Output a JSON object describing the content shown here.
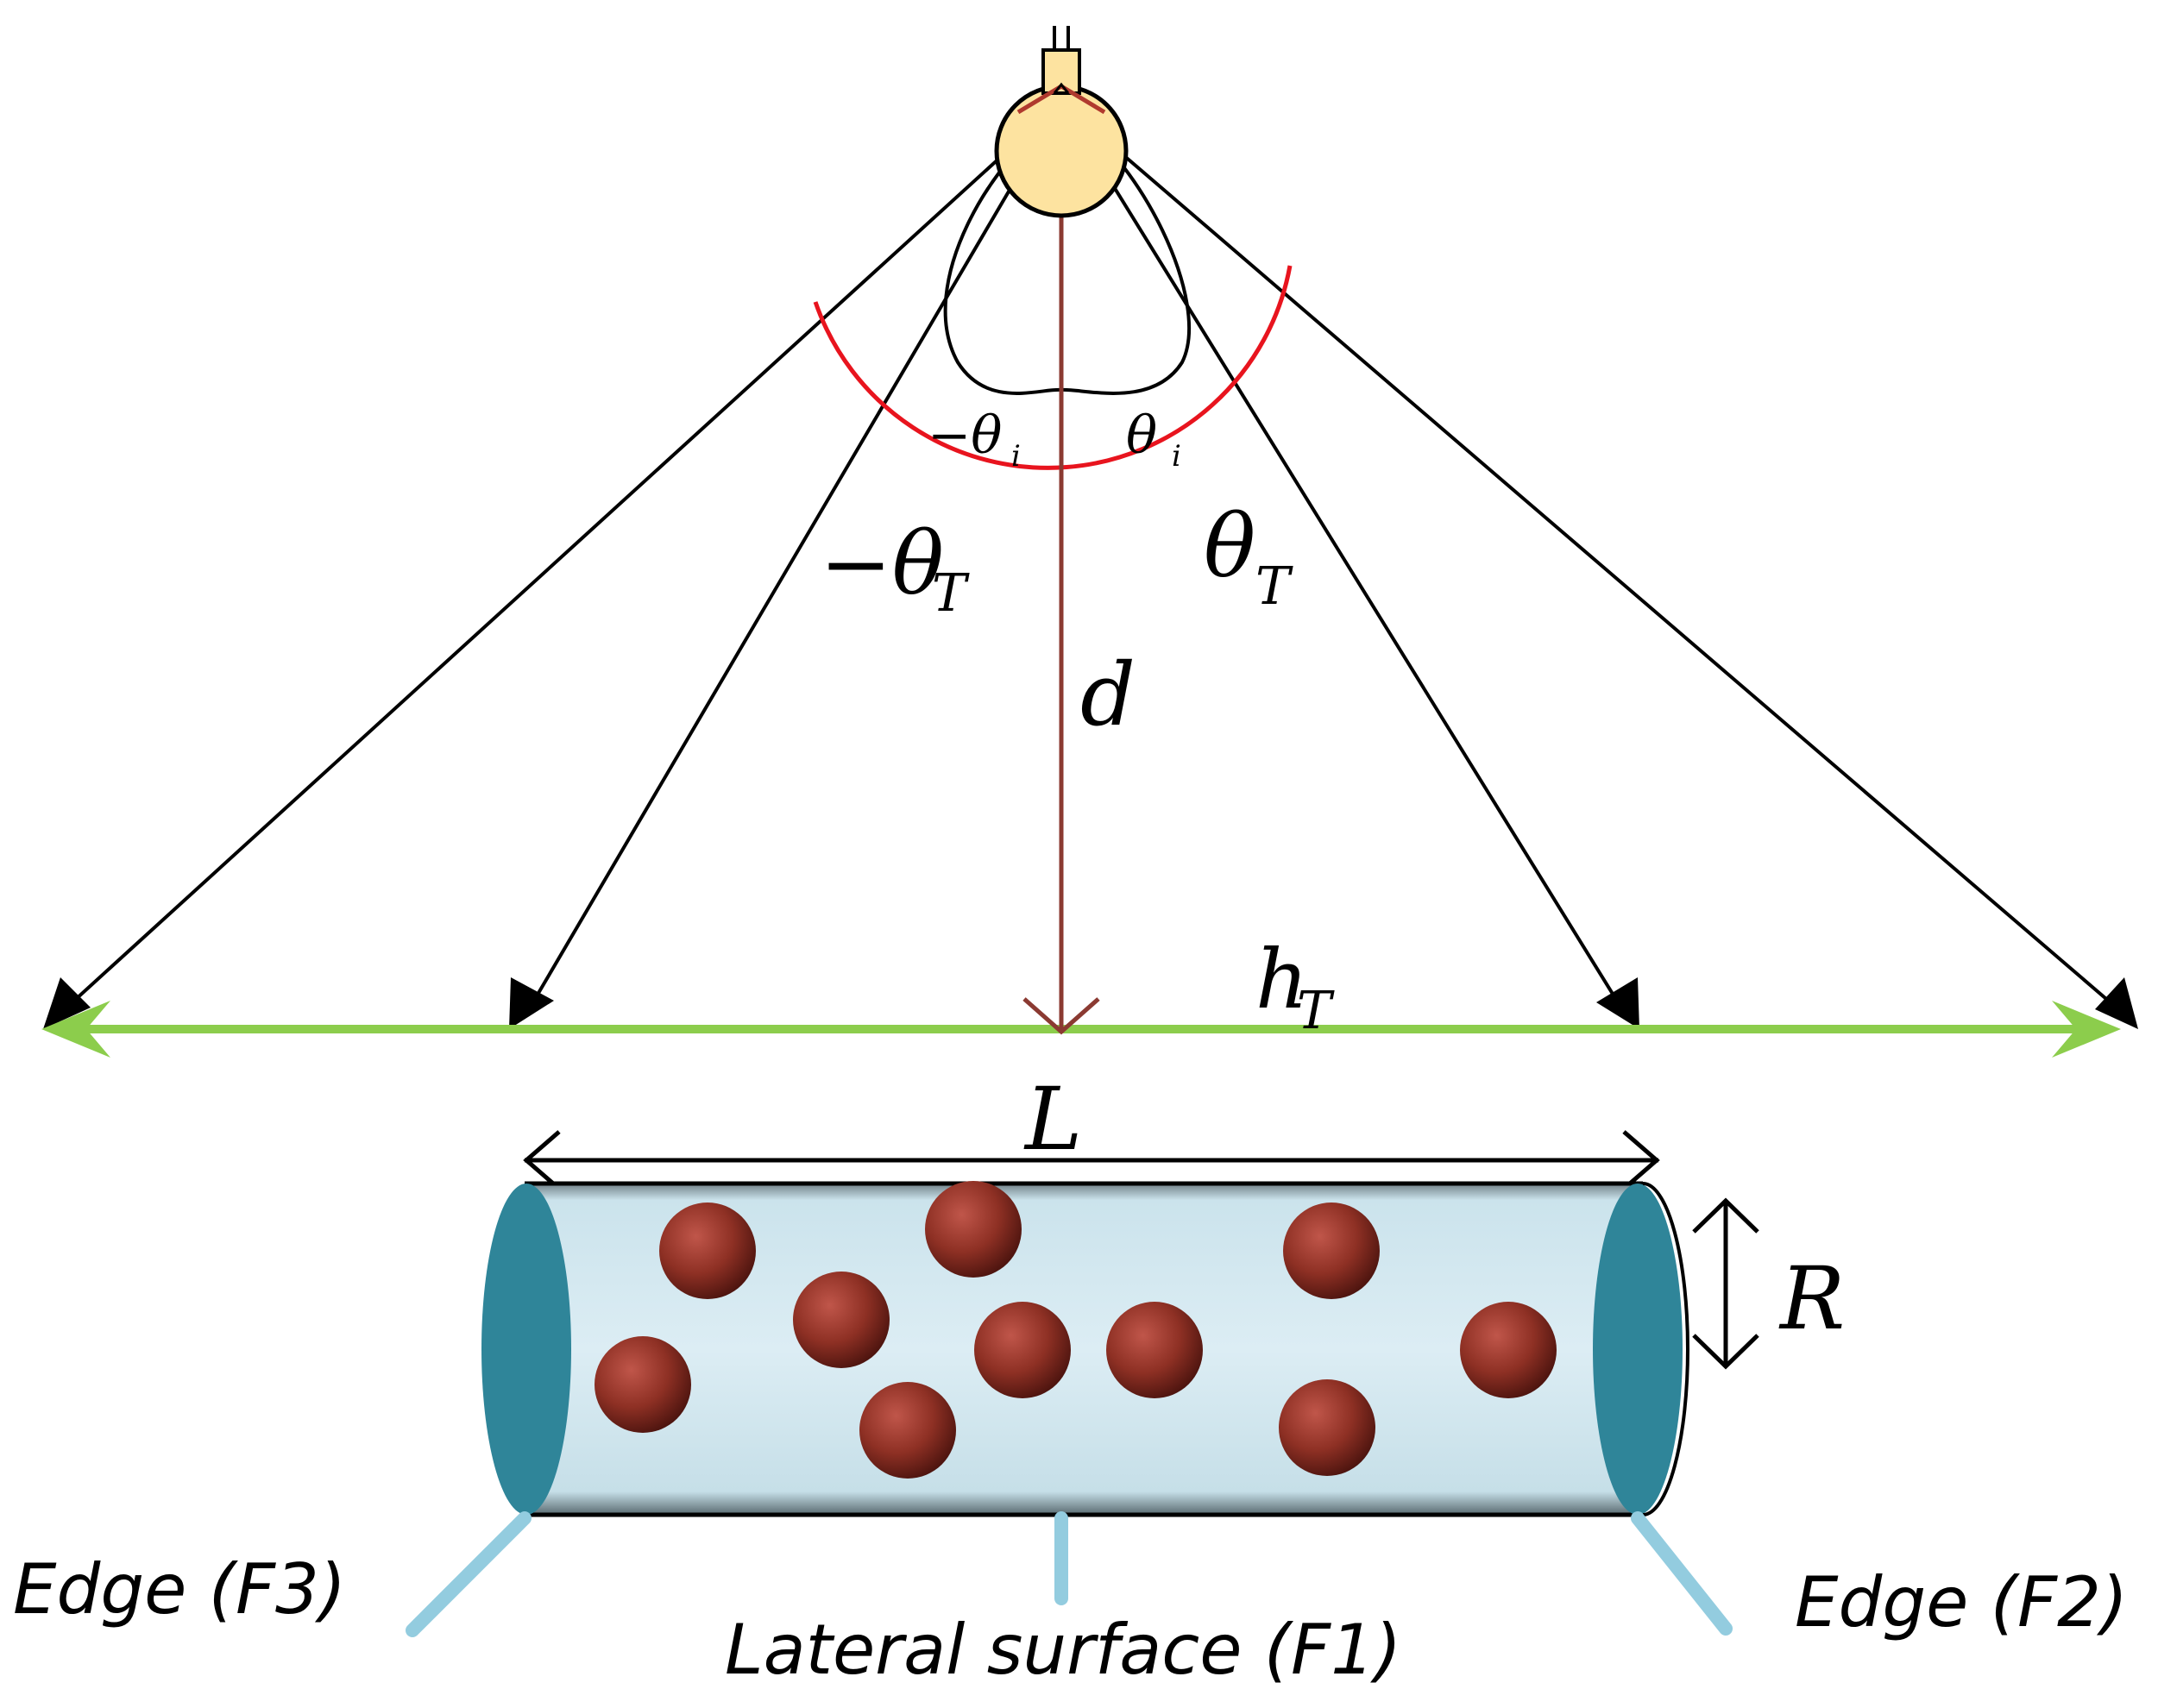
{
  "labels": {
    "theta_i": "θ",
    "theta_i_sub": "i",
    "neg_theta_i": "−θ",
    "neg_theta_i_sub": "i",
    "theta_T": "θ",
    "theta_T_sub": "T",
    "neg_theta_T": "−θ",
    "neg_theta_T_sub": "T",
    "distance": "d",
    "h_T": "h",
    "h_T_sub": "T",
    "length": "L",
    "radius": "R",
    "edge_left": "Edge (F3)",
    "edge_right": "Edge (F2)",
    "lateral_surface": "Lateral surface (F1)"
  },
  "colors": {
    "lamp_fill": "#fde3a0",
    "red_arc": "#e8141e",
    "center_ray": "#8b3a32",
    "green_line": "#8ccd4c",
    "tube_body": "#d9edf5",
    "tube_edge": "#2f8599",
    "particle": "#8e3024",
    "pointer": "#93ccdf"
  },
  "icons": {
    "light_source": "lightbulb-icon"
  }
}
